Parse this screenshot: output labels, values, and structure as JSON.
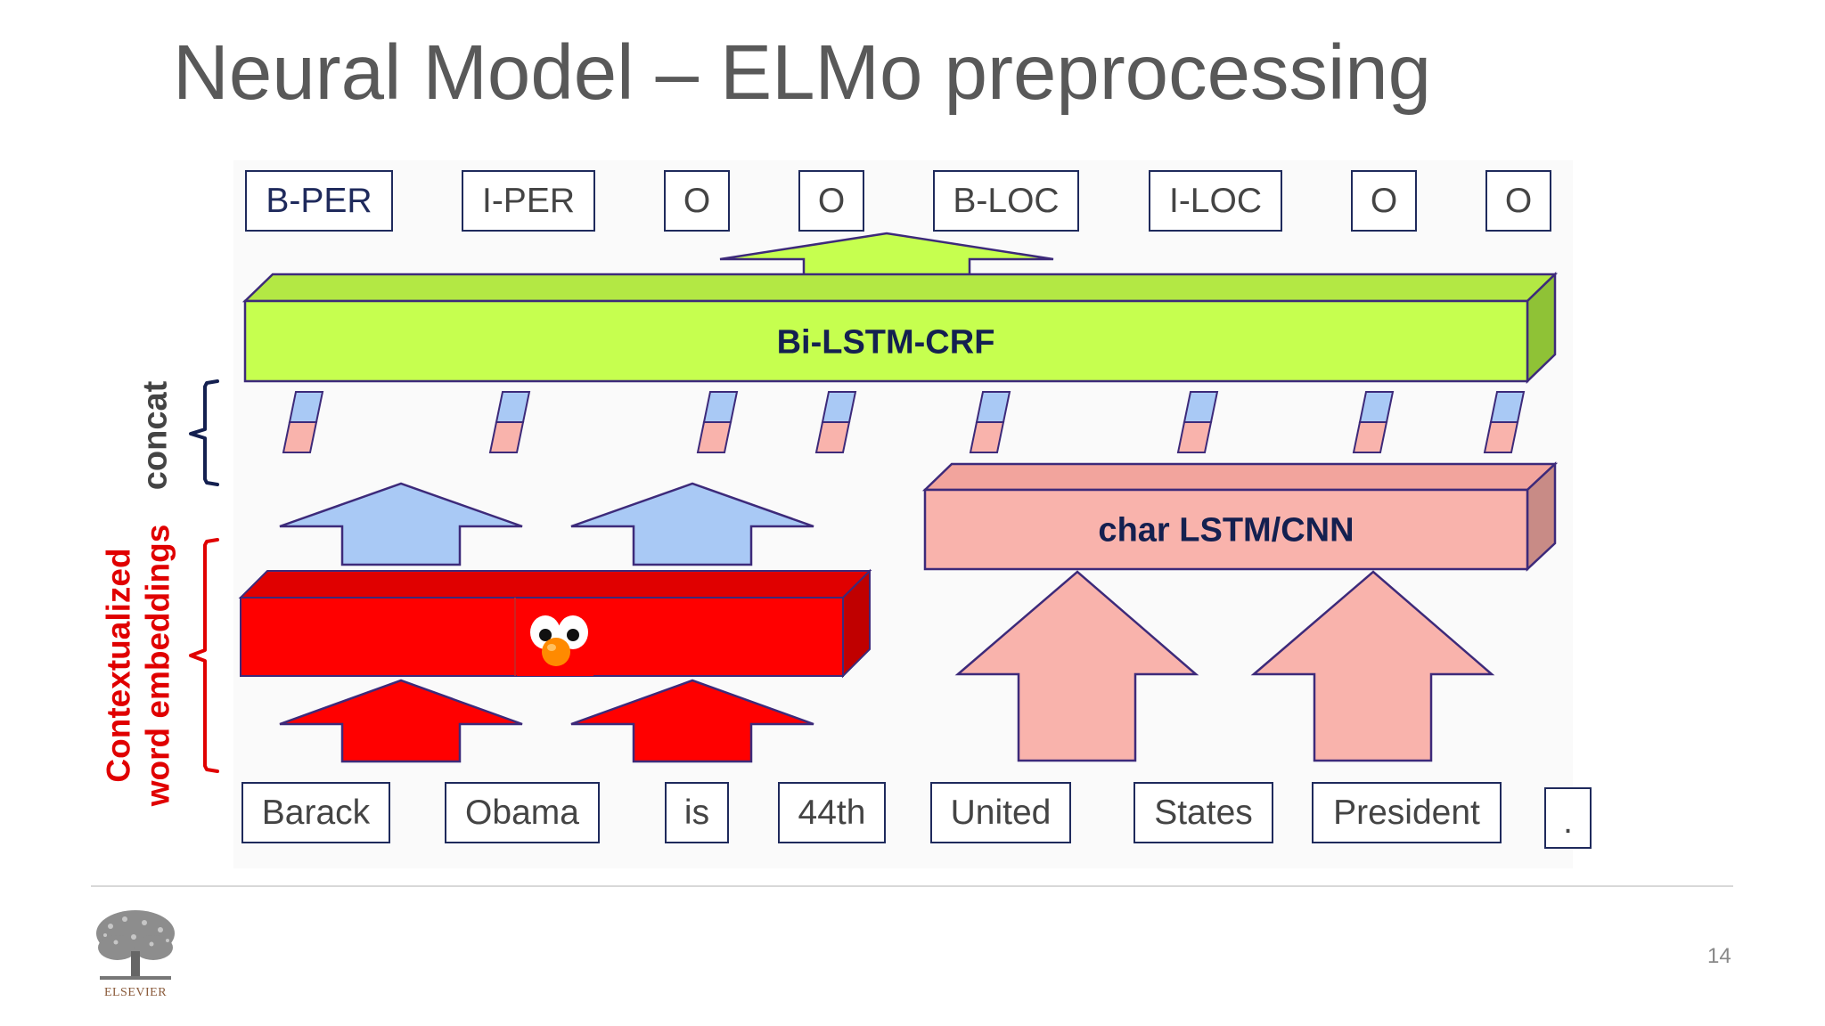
{
  "title": "Neural Model – ELMo preprocessing",
  "tags": [
    "B-PER",
    "I-PER",
    "O",
    "O",
    "B-LOC",
    "I-LOC",
    "O",
    "O"
  ],
  "words": [
    "Barack",
    "Obama",
    "is",
    "44th",
    "United",
    "States",
    "President",
    "."
  ],
  "blocks": {
    "bilstm": "Bi-LSTM-CRF",
    "char": "char LSTM/CNN"
  },
  "side_labels": {
    "concat": "concat",
    "contextualized_line1": "Contextualized",
    "contextualized_line2": "word embeddings"
  },
  "logo_text": "ELSEVIER",
  "page_number": "14",
  "colors": {
    "title": "#595959",
    "bilstm": "#c6ff4f",
    "char": "#f9b3ac",
    "elmo": "#ff0000",
    "embed_top": "#a9c9f5",
    "embed_bottom": "#f9b3ac",
    "label_red": "#e00000",
    "navy": "#142050"
  }
}
